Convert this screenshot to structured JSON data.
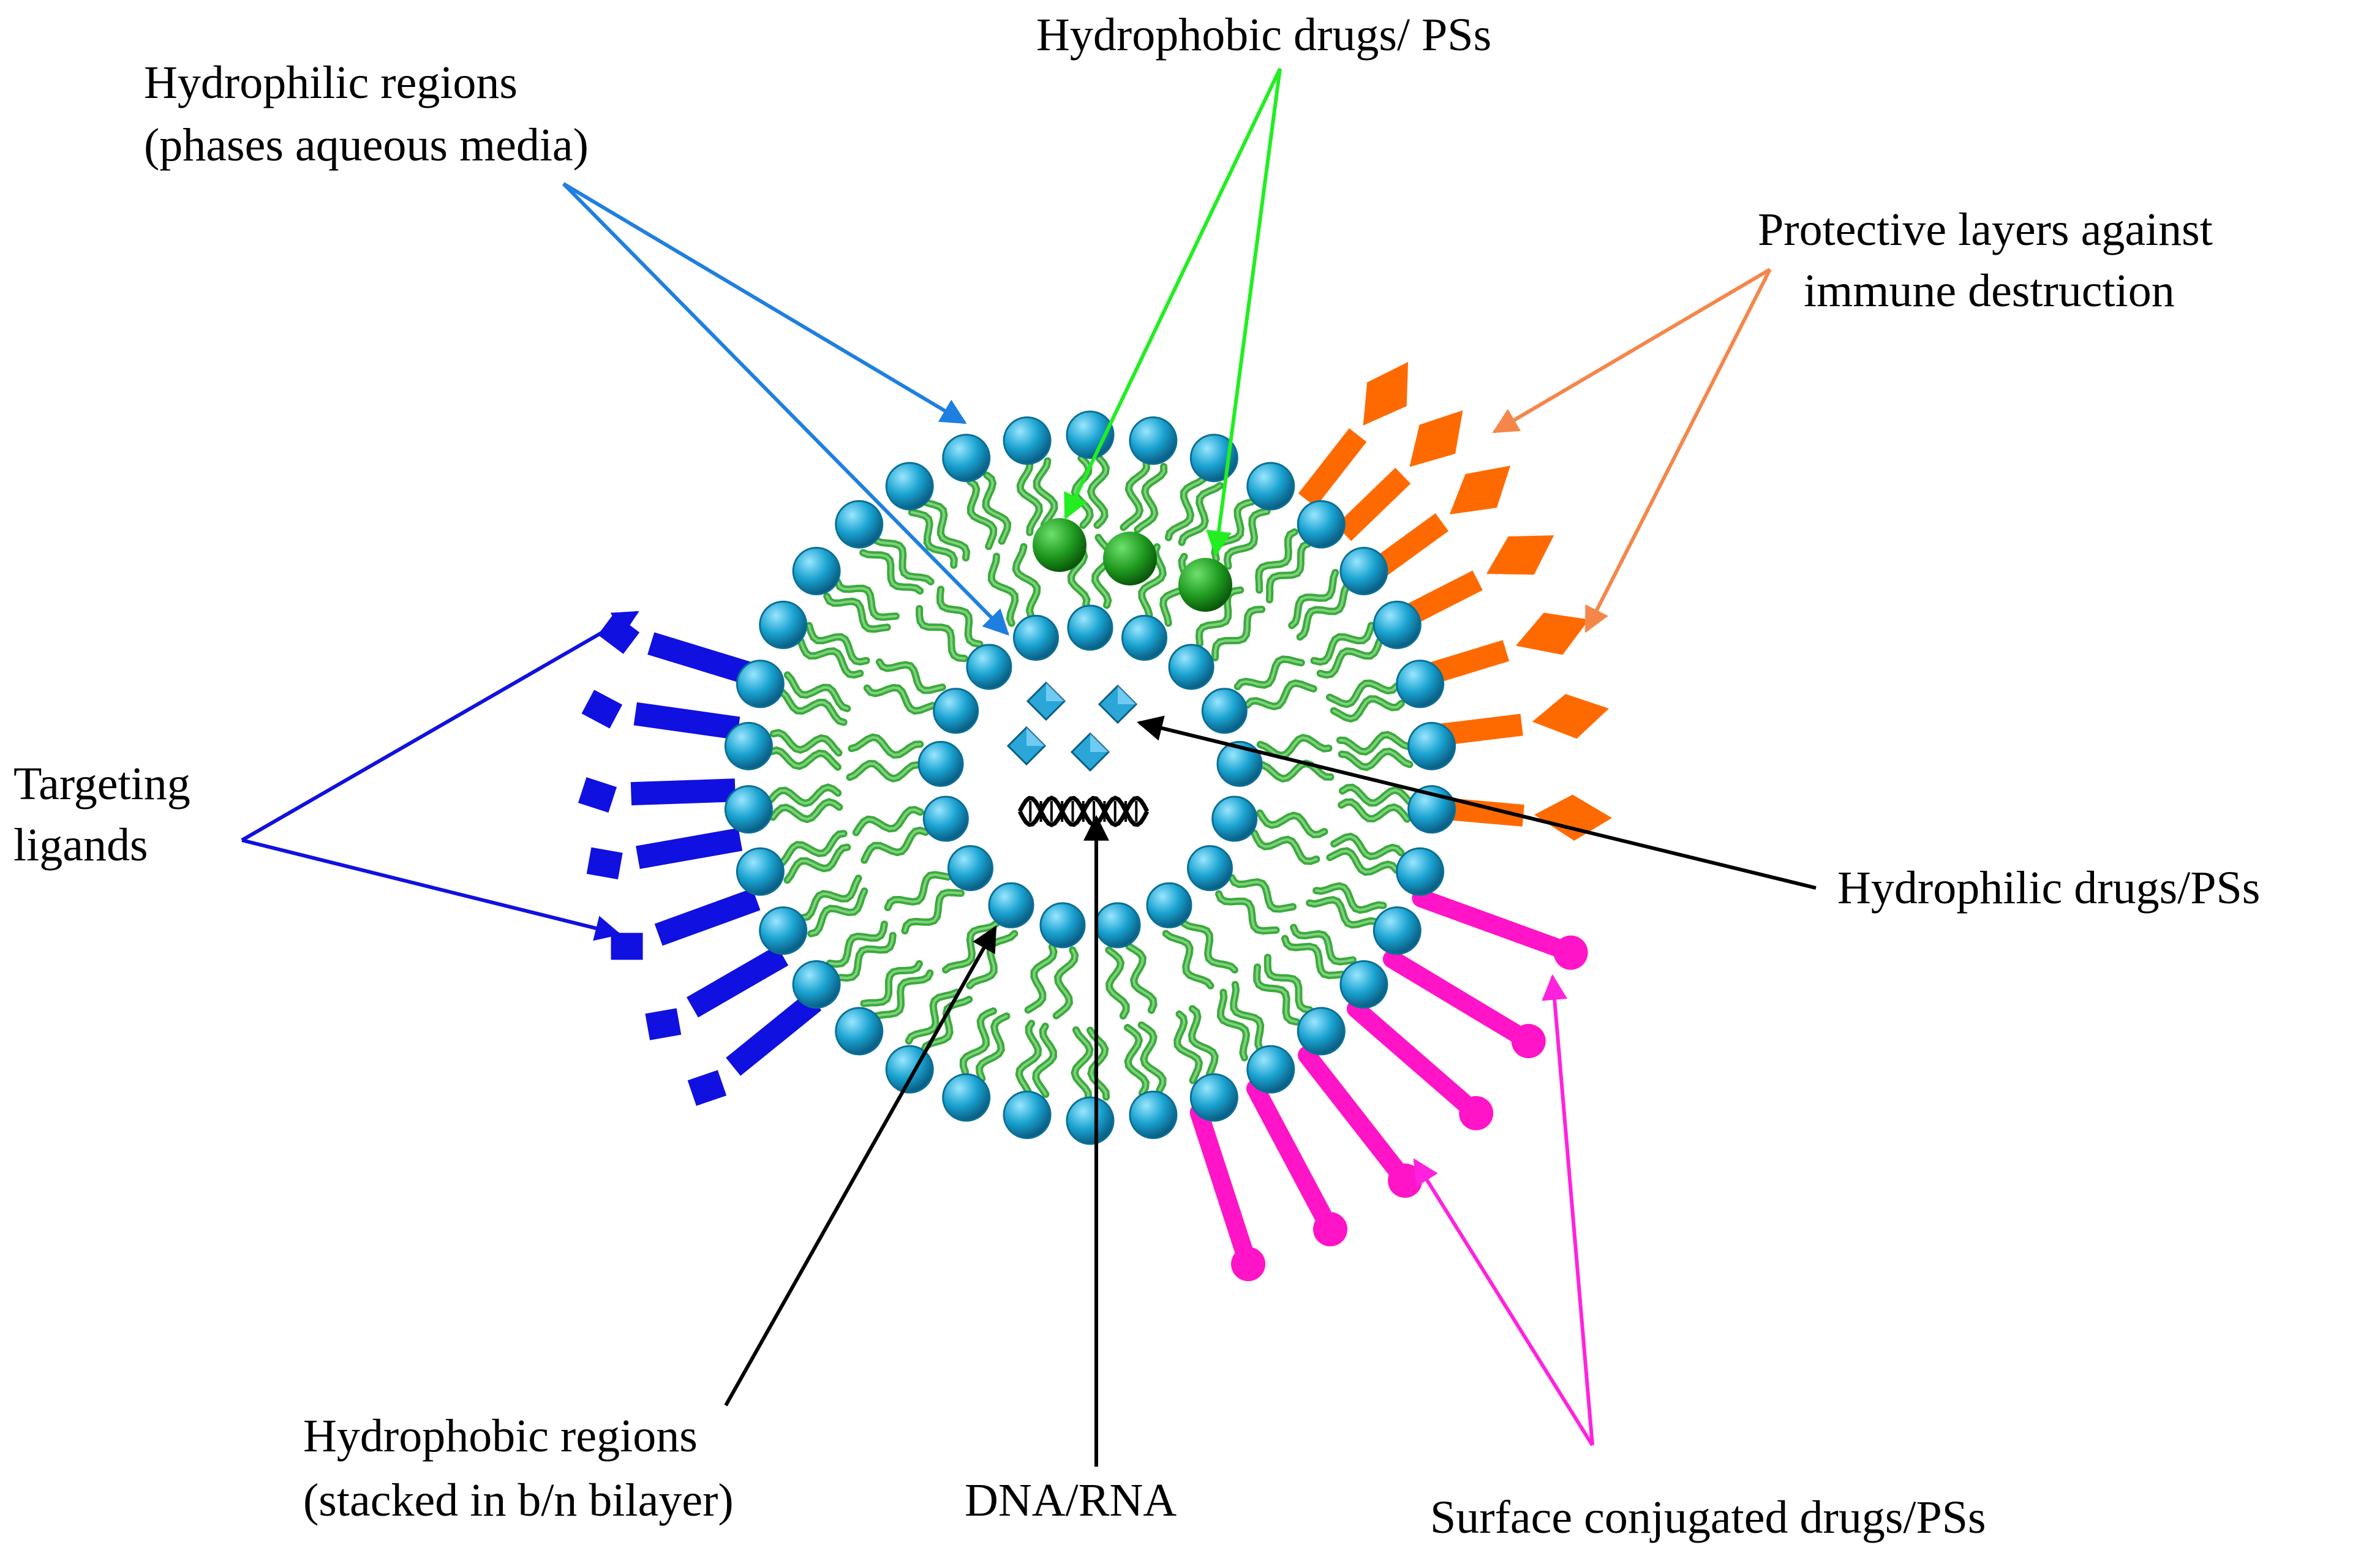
{
  "labels": {
    "hydrophilic_regions": [
      "Hydrophilic regions",
      "(phases aqueous  media)"
    ],
    "hydrophobic_drugs": "Hydrophobic drugs/ PSs",
    "protective_layers": [
      "Protective layers against",
      "immune destruction"
    ],
    "targeting_ligands": [
      "Targeting",
      "ligands"
    ],
    "hydrophilic_drugs": "Hydrophilic drugs/PSs",
    "hydrophobic_regions": [
      "Hydrophobic regions",
      "(stacked in b/n bilayer)"
    ],
    "dna_rna": "DNA/RNA",
    "surface_conjugated": "Surface conjugated drugs/PSs"
  },
  "colors": {
    "head": "#1aa3d1",
    "head_dark": "#0a6f95",
    "tail": "#3caa3c",
    "tail_light": "#7fd27f",
    "hydrophobic_drug": "#1f9a1f",
    "crystal": "#2aa6d8",
    "targeting": "#1010e0",
    "protective": "#ff6a00",
    "conjugated": "#ff14c8",
    "arrow_blue_light": "#1e7fe0",
    "arrow_green": "#22ee22",
    "arrow_orange": "#f5864a",
    "arrow_blue": "#1010e0",
    "arrow_black": "#000000",
    "arrow_magenta": "#ff22dd"
  }
}
